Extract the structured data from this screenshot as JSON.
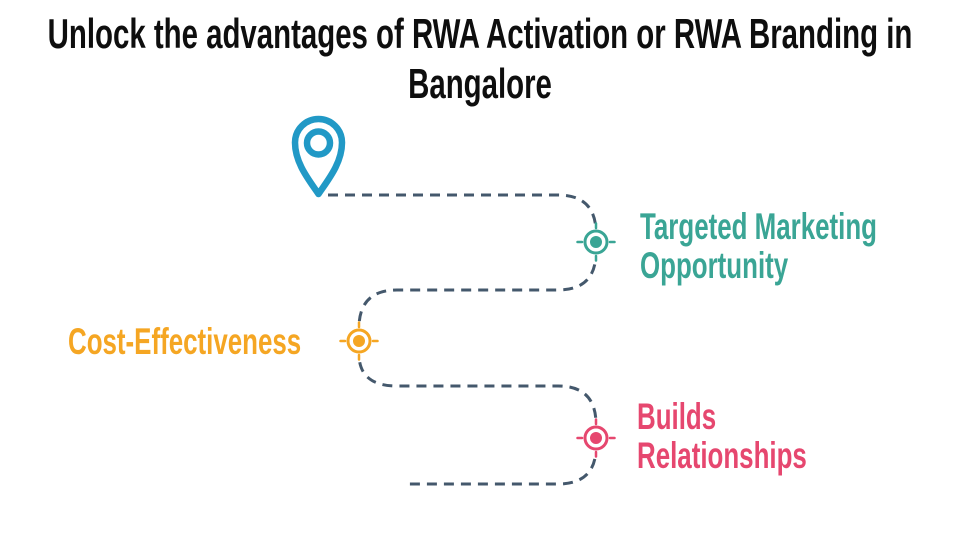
{
  "title": {
    "line1": "Unlock the advantages of RWA Activation or RWA Branding in",
    "line2": "Bangalore"
  },
  "journey": {
    "start_icon": "location-pin-icon",
    "milestones": [
      {
        "id": "targeted-marketing-opportunity",
        "label_lines": [
          "Targeted Marketing",
          "Opportunity"
        ],
        "marker_icon": "target-marker-icon",
        "color": "#3AA595"
      },
      {
        "id": "cost-effectiveness",
        "label_lines": [
          "Cost-Effectiveness"
        ],
        "marker_icon": "target-marker-icon",
        "color": "#F5A623"
      },
      {
        "id": "builds-relationships",
        "label_lines": [
          "Builds",
          "Relationships"
        ],
        "marker_icon": "target-marker-icon",
        "color": "#E6476F"
      }
    ]
  },
  "colors": {
    "background": "#FFFFFF",
    "title_text": "#0E0E0E",
    "pin_blue": "#2199C6",
    "path_dash": "#44586C"
  }
}
